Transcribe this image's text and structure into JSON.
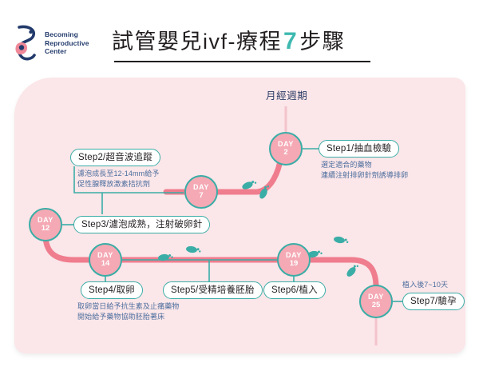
{
  "brand": {
    "name_lines": [
      "Becoming",
      "Reproductive",
      "Center"
    ],
    "logo_icon": "becoming-reproductive-logo",
    "navy": "#223a6b",
    "pink": "#ef8898"
  },
  "header": {
    "title_before": "試管嬰兒ivf-療程",
    "title_highlight": "7",
    "title_after": "步驟",
    "highlight_color": "#3fb9b0"
  },
  "panel": {
    "background": "#fbe6e9",
    "cycle_label": "月經週期",
    "path_color": "#ef7d8e",
    "accent_color": "#3aada6",
    "node_fill": "#f4a9b4",
    "note_color": "#4e6f9e",
    "footprint_icon": "footprint-icon"
  },
  "nodes": [
    {
      "label": "DAY",
      "value": "2"
    },
    {
      "label": "DAY",
      "value": "7"
    },
    {
      "label": "DAY",
      "value": "12"
    },
    {
      "label": "DAY",
      "value": "14"
    },
    {
      "label": "DAY",
      "value": "19"
    },
    {
      "label": "DAY",
      "value": "25"
    }
  ],
  "steps": [
    {
      "title": "Step1/抽血檢驗",
      "notes": [
        "選定適合的藥物",
        "連續注射排卵針劑誘導排卵"
      ],
      "day": "2"
    },
    {
      "title": "Step2/超音波追蹤",
      "notes": [
        "濾泡成長至12-14mm給予",
        "促性腺釋放激素拮抗劑"
      ],
      "day": "7"
    },
    {
      "title": "Step3/濾泡成熟，注射破卵針",
      "notes": [],
      "day": "12"
    },
    {
      "title": "Step4/取卵",
      "notes": [
        "取卵當日給予抗生素及止痛藥物",
        "開始給予藥物協助胚胎著床"
      ],
      "day": "14"
    },
    {
      "title": "Step5/受精培養胚胎",
      "notes": [],
      "day": ""
    },
    {
      "title": "Step6/植入",
      "notes": [],
      "day": "19"
    },
    {
      "title": "Step7/驗孕",
      "notes": [
        "植入後7~10天"
      ],
      "day": "25"
    }
  ]
}
